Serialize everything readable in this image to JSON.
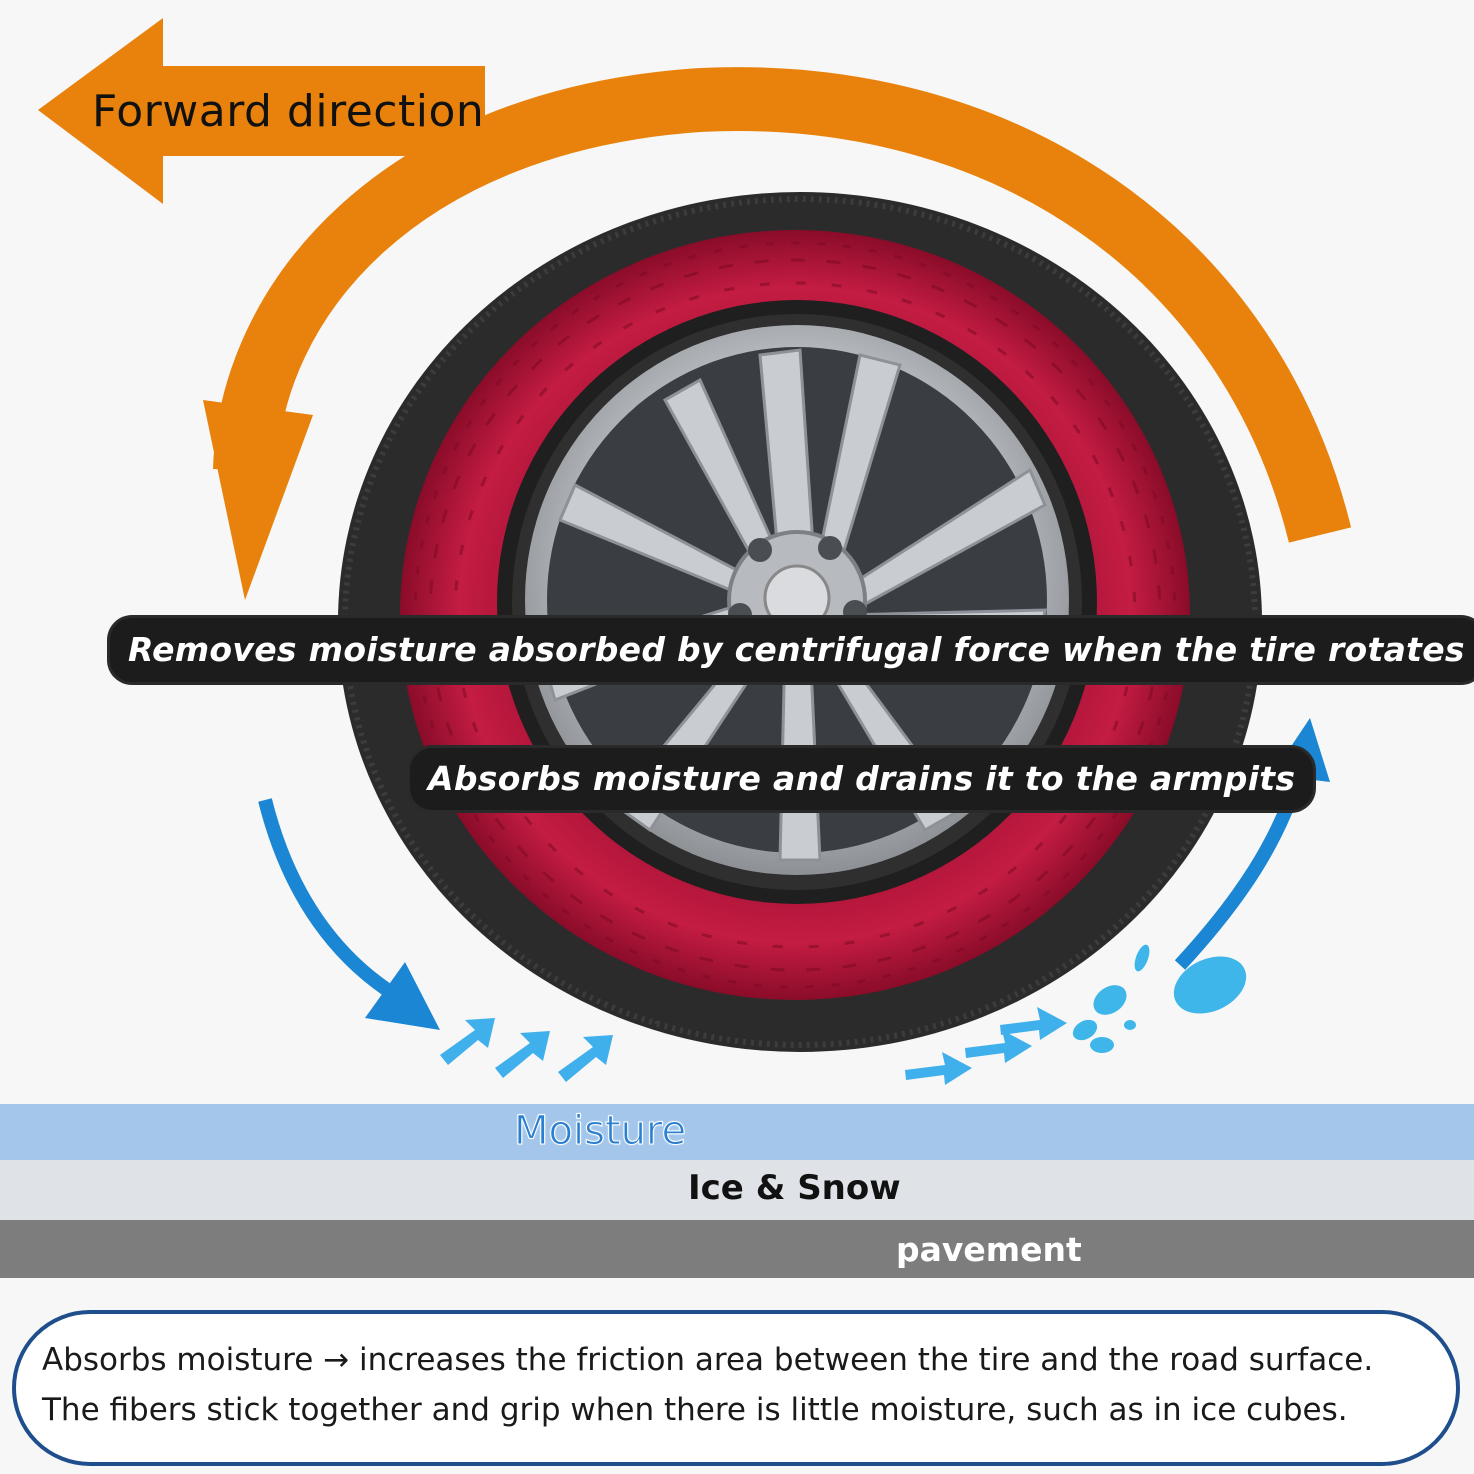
{
  "forward_label": "Forward direction",
  "captions": {
    "centrifugal": "Removes moisture absorbed by centrifugal force when the tire rotates",
    "absorb": "Absorbs moisture and drains it to the armpits"
  },
  "layers": {
    "moisture": "Moisture",
    "ice_snow": "Ice & Snow",
    "pavement": "pavement"
  },
  "note": {
    "line1": "Absorbs moisture → increases the friction area between the tire and the road surface.",
    "line2": "The fibers stick together and grip when there is little moisture, such as in ice cubes."
  },
  "colors": {
    "rotation_arrow": "#e8820c",
    "water_arrow": "#1a86d4",
    "water_splash": "#3fb6ea",
    "sock_red": "#b3163a",
    "sock_black": "#2a2a2a"
  }
}
